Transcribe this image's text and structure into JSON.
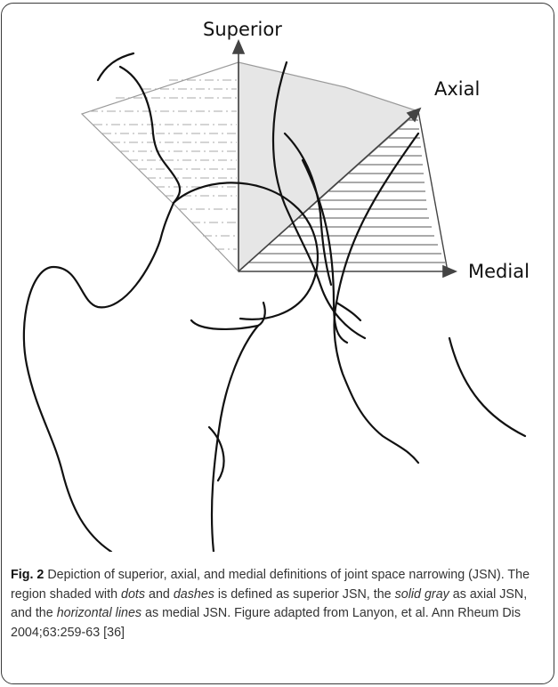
{
  "diagram": {
    "labels": {
      "superior": "Superior",
      "axial": "Axial",
      "medial": "Medial"
    },
    "colors": {
      "axial_fill": "#e6e6e6",
      "outline": "#999999",
      "ink": "#111111"
    }
  },
  "caption": {
    "fig_number": "Fig. 2",
    "part1": " Depiction of superior, axial, and medial definitions of joint space narrowing (JSN). The region shaded with ",
    "em_dots": "dots",
    "part2": " and ",
    "em_dashes": "dashes",
    "part3": " is defined as superior JSN, the ",
    "em_solid_gray": "solid gray",
    "part4": " as axial JSN, and the ",
    "em_horizontal_lines": "horizontal lines",
    "part5": " as medial JSN. Figure adapted from Lanyon, et al. Ann Rheum Dis 2004;63:259-63 [36]"
  }
}
